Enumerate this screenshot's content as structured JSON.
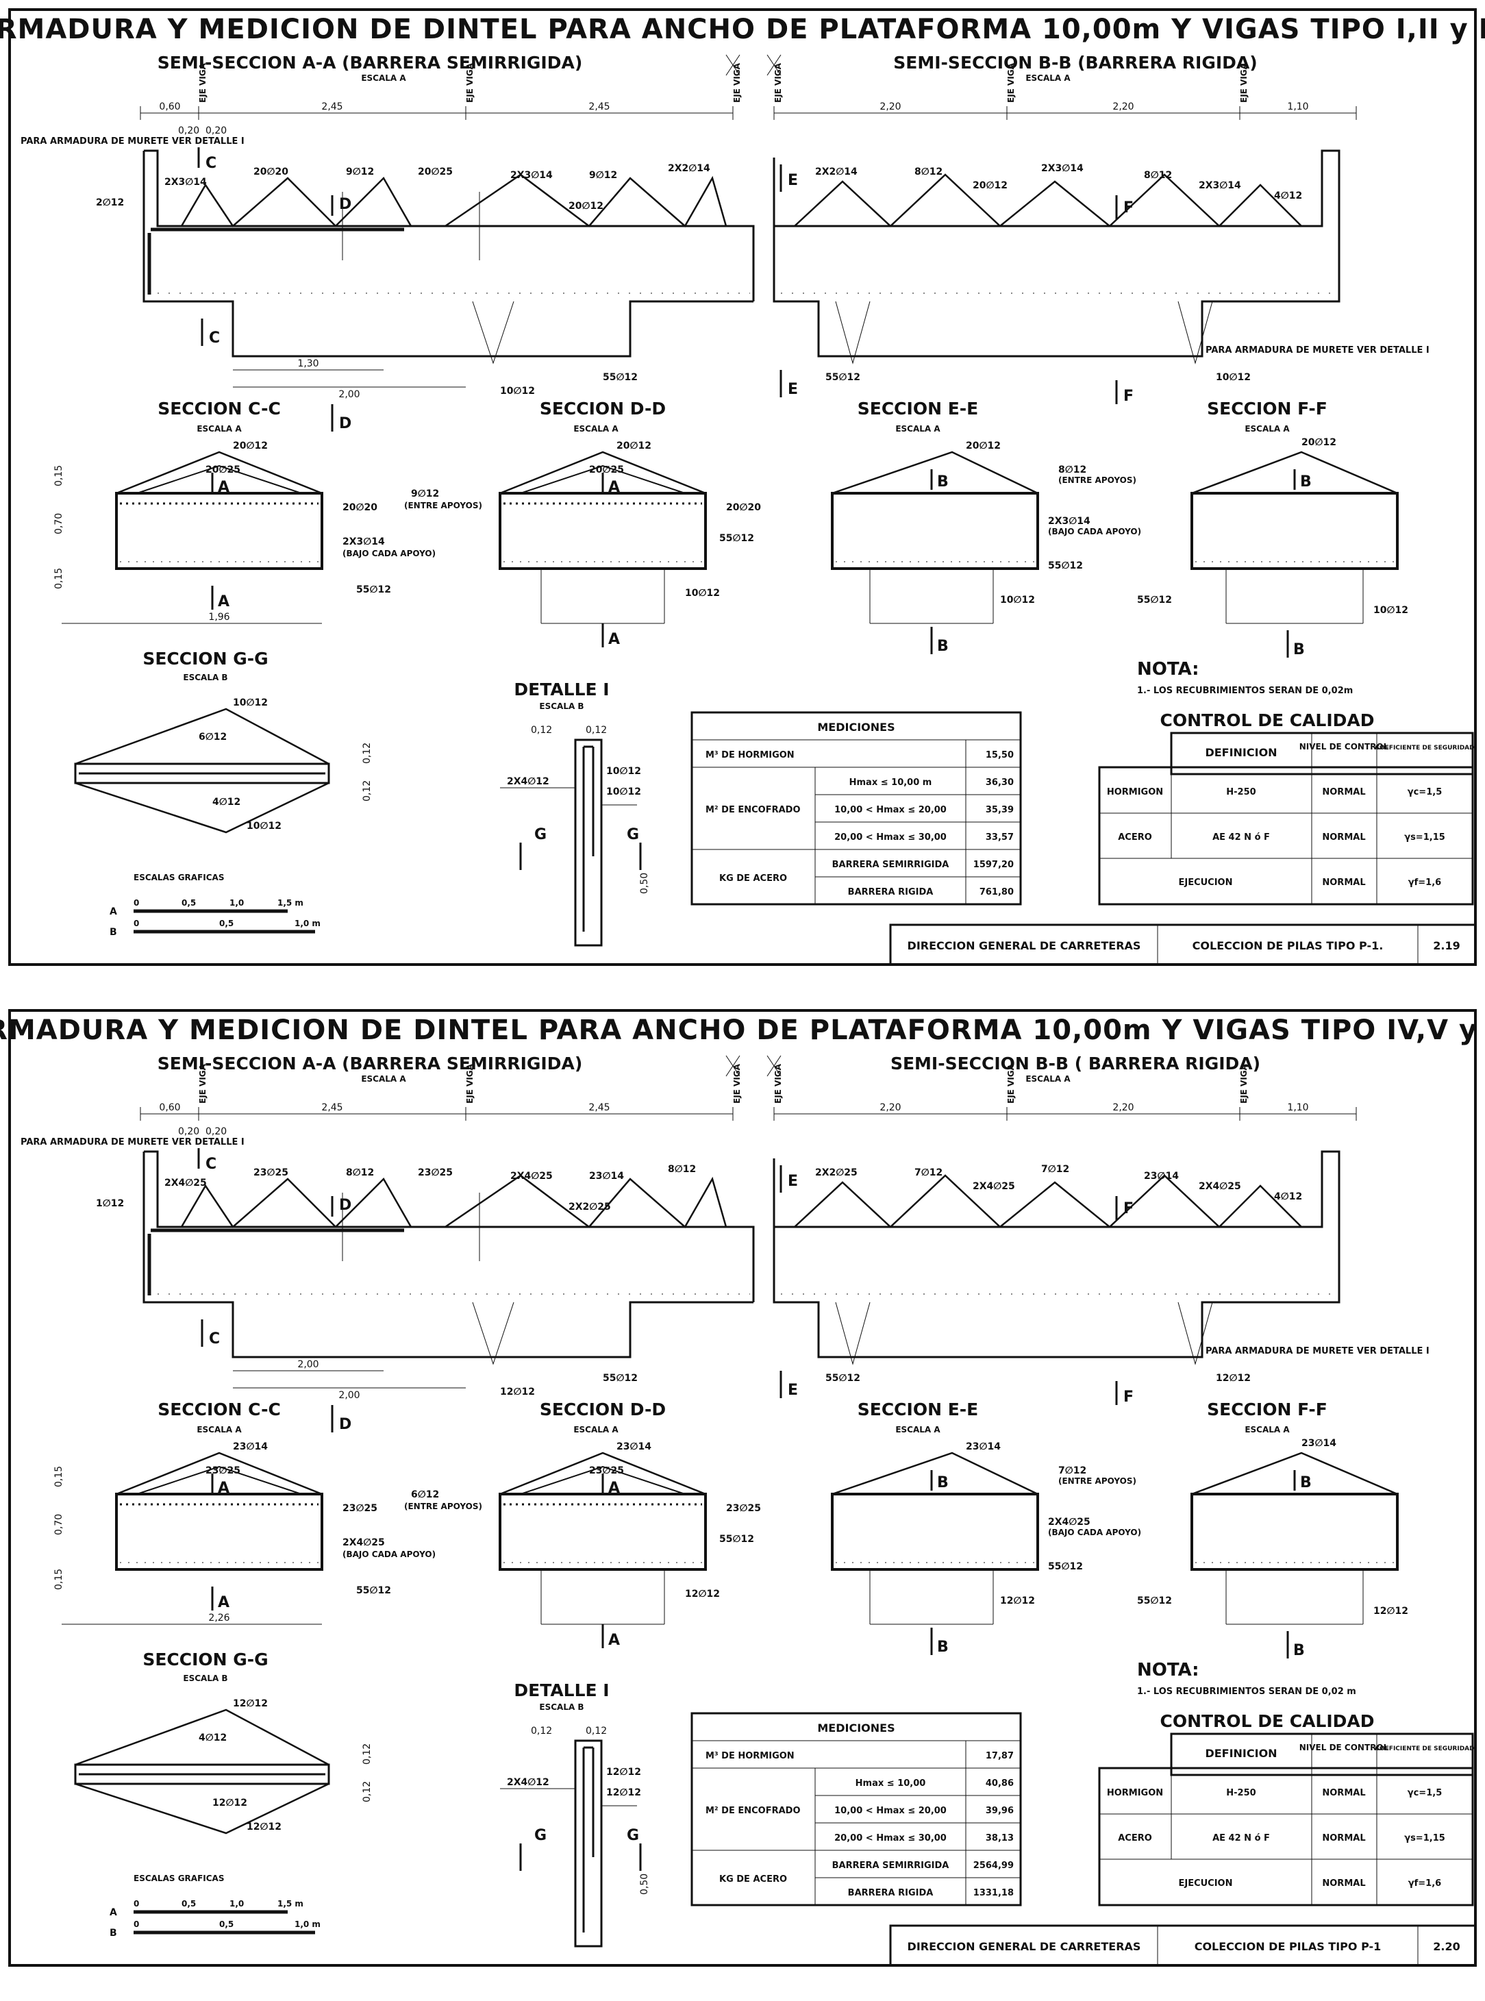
{
  "sheets": [
    {
      "title": "ARMADURA Y MEDICION DE DINTEL PARA ANCHO DE PLATAFORMA 10,00m Y VIGAS TIPO I,II y III",
      "semi_a": "SEMI-SECCION A-A (BARRERA SEMIRRIGIDA)",
      "semi_b": "SEMI-SECCION B-B (BARRERA RIGIDA)",
      "escala_a": "ESCALA A",
      "escala_b": "ESCALA B",
      "eje_viga": "EJE VIGA",
      "dims_top_a": [
        "0,60",
        "2,45",
        "2,45"
      ],
      "dims_top_b": [
        "2,20",
        "2,20",
        "1,10"
      ],
      "small_dims": [
        "0,20",
        "0,20",
        "0,15",
        "0,70",
        "0,15",
        "0,12",
        "0,50"
      ],
      "bottom_dims": [
        "1,30",
        "2,00",
        "1,96"
      ],
      "murete_note": "PARA ARMADURA DE MURETE VER DETALLE I",
      "labels_a": [
        "2X3∅14",
        "20∅20",
        "9∅12",
        "20∅25",
        "2X3∅14",
        "9∅12",
        "2X2∅14",
        "20∅12",
        "2∅12",
        "10∅12",
        "55∅12"
      ],
      "labels_b": [
        "2X2∅14",
        "8∅12",
        "20∅12",
        "2X3∅14",
        "8∅12",
        "2X3∅14",
        "4∅12",
        "55∅12",
        "10∅12"
      ],
      "section_letters": [
        "C",
        "D",
        "E",
        "F",
        "A",
        "B",
        "G"
      ],
      "sec_cc": "SECCION C-C",
      "sec_dd": "SECCION D-D",
      "sec_ee": "SECCION E-E",
      "sec_ff": "SECCION F-F",
      "sec_gg": "SECCION G-G",
      "detalle": "DETALLE I",
      "sec_labels": [
        "20∅12",
        "20∅25",
        "20∅20",
        "2X3∅14",
        "(BAJO CADA APOYO)",
        "55∅12",
        "10∅12",
        "9∅12",
        "(ENTRE APOYOS)",
        "8∅12",
        "6∅12",
        "4∅12",
        "2X4∅12"
      ],
      "escalas_graficas": "ESCALAS GRAFICAS",
      "scale_ticks_a": [
        "0",
        "0,5",
        "1,0",
        "1,5 m"
      ],
      "scale_ticks_b": [
        "0",
        "0,5",
        "1,0 m"
      ],
      "nota_title": "NOTA:",
      "nota_text": "1.- LOS RECUBRIMIENTOS SERAN DE 0,02m",
      "mediciones": {
        "title": "MEDICIONES",
        "hormigon_label": "M³ DE HORMIGON",
        "hormigon": "15,50",
        "encofrado_label": "M² DE ENCOFRADO",
        "encofrado_rows": [
          {
            "cond": "Hmax ≤ 10,00 m",
            "val": "36,30"
          },
          {
            "cond": "10,00 < Hmax ≤ 20,00",
            "val": "35,39"
          },
          {
            "cond": "20,00 < Hmax ≤ 30,00",
            "val": "33,57"
          }
        ],
        "acero_label": "KG DE ACERO",
        "acero_rows": [
          {
            "cond": "BARRERA SEMIRRIGIDA",
            "val": "1597,20"
          },
          {
            "cond": "BARRERA RIGIDA",
            "val": "761,80"
          }
        ]
      },
      "control": {
        "title": "CONTROL DE CALIDAD",
        "h_def": "DEFINICION",
        "h_nivel": "NIVEL DE CONTROL",
        "h_coef": "COEFICIENTE DE SEGURIDAD",
        "rows": [
          {
            "name": "HORMIGON",
            "def": "H-250",
            "nivel": "NORMAL",
            "coef": "γc=1,5"
          },
          {
            "name": "ACERO",
            "def": "AE 42 N ó F",
            "nivel": "NORMAL",
            "coef": "γs=1,15"
          }
        ],
        "ejec": "EJECUCION",
        "ejec_nivel": "NORMAL",
        "ejec_coef": "γf=1,6"
      },
      "footer": {
        "org": "DIRECCION GENERAL DE CARRETERAS",
        "coleccion": "COLECCION DE PILAS TIPO P-1.",
        "num": "2.19"
      }
    },
    {
      "title": "ARMADURA Y MEDICION DE DINTEL PARA ANCHO DE PLATAFORMA 10,00m Y VIGAS TIPO IV,V y VI",
      "semi_a": "SEMI-SECCION A-A (BARRERA SEMIRRIGIDA)",
      "semi_b": "SEMI-SECCION B-B ( BARRERA RIGIDA)",
      "escala_a": "ESCALA A",
      "escala_b": "ESCALA B",
      "eje_viga": "EJE VIGA",
      "dims_top_a": [
        "0,60",
        "2,45",
        "2,45"
      ],
      "dims_top_b": [
        "2,20",
        "2,20",
        "1,10"
      ],
      "small_dims": [
        "0,20",
        "0,20",
        "0,15",
        "0,70",
        "0,15",
        "0,12",
        "0,50"
      ],
      "bottom_dims": [
        "2,00",
        "2,00",
        "2,26"
      ],
      "murete_note": "PARA ARMADURA DE MURETE VER DETALLE I",
      "labels_a": [
        "2X4∅25",
        "23∅25",
        "8∅12",
        "23∅25",
        "2X4∅25",
        "23∅14",
        "8∅12",
        "2X2∅25",
        "1∅12",
        "12∅12",
        "55∅12"
      ],
      "labels_b": [
        "2X2∅25",
        "7∅12",
        "2X4∅25",
        "7∅12",
        "23∅14",
        "2X4∅25",
        "4∅12",
        "55∅12",
        "12∅12"
      ],
      "section_letters": [
        "C",
        "D",
        "E",
        "F",
        "A",
        "B",
        "G"
      ],
      "sec_cc": "SECCION C-C",
      "sec_dd": "SECCION D-D",
      "sec_ee": "SECCION E-E",
      "sec_ff": "SECCION F-F",
      "sec_gg": "SECCION G-G",
      "detalle": "DETALLE I",
      "sec_labels": [
        "23∅14",
        "23∅25",
        "23∅25",
        "2X4∅25",
        "(BAJO CADA APOYO)",
        "55∅12",
        "12∅12",
        "6∅12",
        "(ENTRE APOYOS)",
        "7∅12",
        "4∅12",
        "12∅12",
        "2X4∅12"
      ],
      "escalas_graficas": "ESCALAS GRAFICAS",
      "scale_ticks_a": [
        "0",
        "0,5",
        "1,0",
        "1,5 m"
      ],
      "scale_ticks_b": [
        "0",
        "0,5",
        "1,0 m"
      ],
      "nota_title": "NOTA:",
      "nota_text": "1.- LOS RECUBRIMIENTOS SERAN DE 0,02 m",
      "mediciones": {
        "title": "MEDICIONES",
        "hormigon_label": "M³ DE HORMIGON",
        "hormigon": "17,87",
        "encofrado_label": "M² DE ENCOFRADO",
        "encofrado_rows": [
          {
            "cond": "Hmax ≤ 10,00",
            "val": "40,86"
          },
          {
            "cond": "10,00 < Hmax ≤ 20,00",
            "val": "39,96"
          },
          {
            "cond": "20,00 < Hmax ≤ 30,00",
            "val": "38,13"
          }
        ],
        "acero_label": "KG DE ACERO",
        "acero_rows": [
          {
            "cond": "BARRERA SEMIRRIGIDA",
            "val": "2564,99"
          },
          {
            "cond": "BARRERA RIGIDA",
            "val": "1331,18"
          }
        ]
      },
      "control": {
        "title": "CONTROL DE CALIDAD",
        "h_def": "DEFINICION",
        "h_nivel": "NIVEL DE CONTROL",
        "h_coef": "COEFICIENTE DE SEGURIDAD",
        "rows": [
          {
            "name": "HORMIGON",
            "def": "H-250",
            "nivel": "NORMAL",
            "coef": "γc=1,5"
          },
          {
            "name": "ACERO",
            "def": "AE 42 N ó F",
            "nivel": "NORMAL",
            "coef": "γs=1,15"
          }
        ],
        "ejec": "EJECUCION",
        "ejec_nivel": "NORMAL",
        "ejec_coef": "γf=1,6"
      },
      "footer": {
        "org": "DIRECCION GENERAL DE CARRETERAS",
        "coleccion": "COLECCION DE PILAS TIPO P-1",
        "num": "2.20"
      }
    }
  ]
}
